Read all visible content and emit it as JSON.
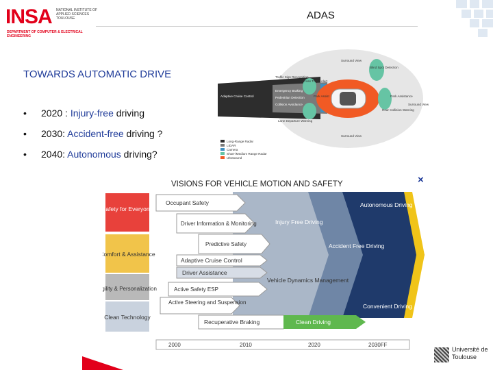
{
  "header": {
    "logo_text": "INSA",
    "logo_subtitle": "NATIONAL INSTITUTE OF APPLIED SCIENCES TOULOUSE",
    "logo_department": "DEPARTMENT OF COMPUTER & ELECTRICAL ENGINEERING",
    "slide_title": "ADAS"
  },
  "heading": "TOWARDS AUTOMATIC DRIVE",
  "bullets": [
    {
      "marker": "•",
      "prefix": "2020 : ",
      "highlight": "Injury-free",
      "suffix": " driving"
    },
    {
      "marker": "•",
      "prefix": "2030: ",
      "highlight": "Accident-free",
      "suffix": " driving ?"
    },
    {
      "marker": "•",
      "prefix": "2040: ",
      "highlight": "Autonomous",
      "suffix": " driving?"
    }
  ],
  "adas_diagram": {
    "top_label": "Surround View",
    "bottom_label": "Surround View",
    "front_labels": [
      "Traffic Sign Recognition",
      "Emergency Braking",
      "Pedestrian Detection",
      "Collision Avoidance",
      "Lane Departure Warning"
    ],
    "left_label": "Adaptive Cruise Control",
    "cross_traffic": "Cross Traffic Alert",
    "blind_spot": "Blind Spot Detection",
    "park_assist": "Park Assistance",
    "rear_collision": "Rear Collision Warning",
    "surround_right": "Surround View",
    "park_assist_left": "Park Assist",
    "legend": [
      "Long-Range Radar",
      "LIDAR",
      "Camera",
      "Short-/Medium Range Radar",
      "Ultrasound"
    ]
  },
  "visions": {
    "title": "VISIONS FOR VEHICLE MOTION AND SAFETY",
    "left_boxes": [
      "Safety for Everyone",
      "Comfort & Assistance",
      "Agility & Personalization",
      "Clean Technology"
    ],
    "arrows": [
      "Occupant Safety",
      "Driver Information & Monitoring",
      "Predictive Safety",
      "Adaptive Cruise Control",
      "Driver Assistance",
      "Active Safety ESP",
      "Active Steering and Suspension",
      "Recuperative Braking"
    ],
    "stages": [
      "Injury Free Driving",
      "Accident Free Driving",
      "Autonomous Driving",
      "Vehicle Dynamics Management",
      "Convenient Driving",
      "Clean Driving"
    ],
    "timeline": [
      "2000",
      "2010",
      "2020",
      "2030FF"
    ]
  },
  "footer": {
    "university": "Université de Toulouse"
  },
  "colors": {
    "brand_red": "#e2001a",
    "heading_blue": "#1f3b99",
    "dark_navy": "#1f3a6b"
  }
}
